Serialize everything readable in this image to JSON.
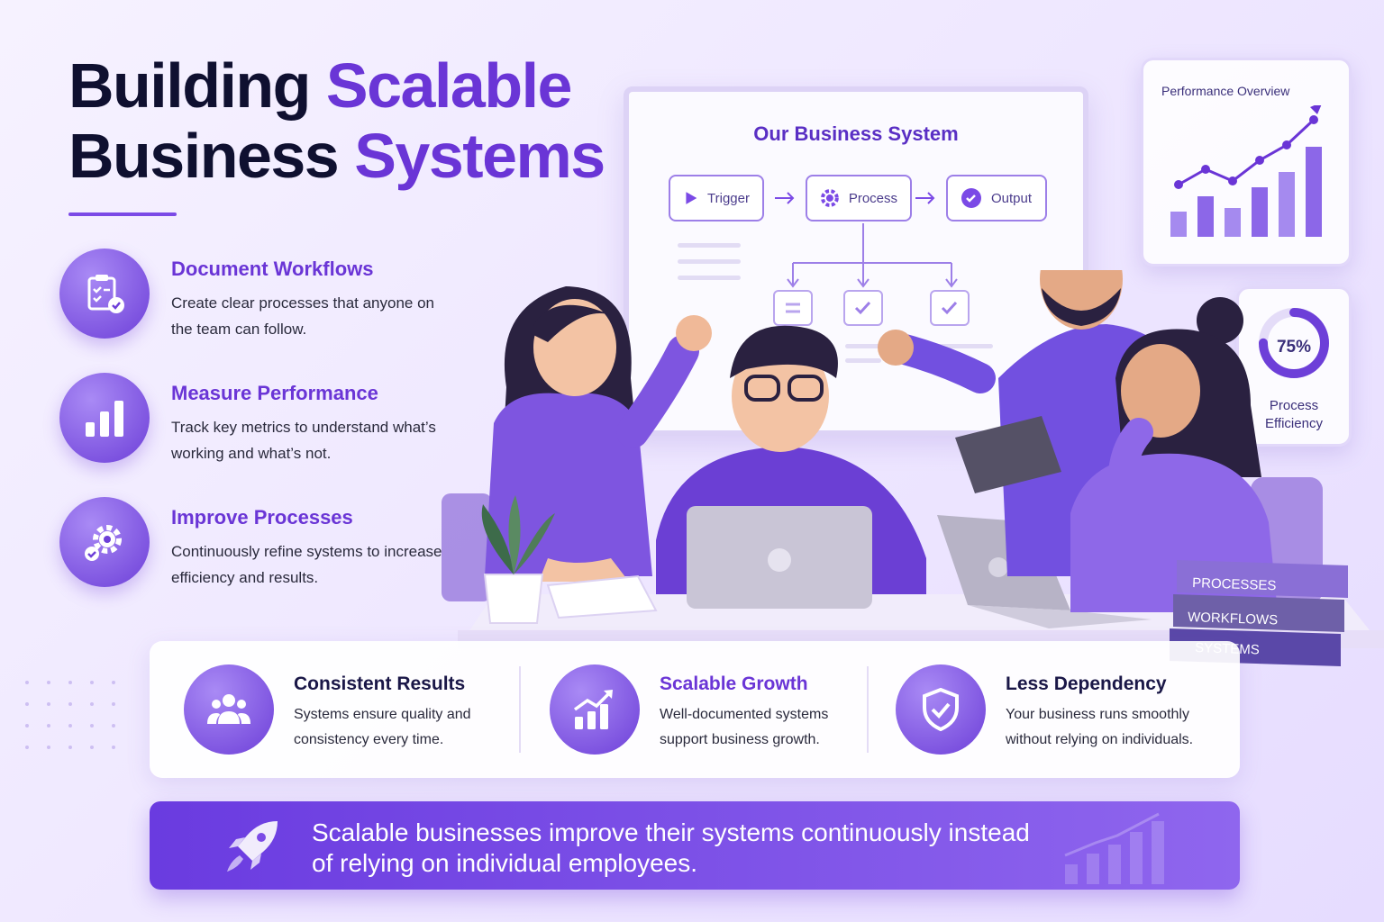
{
  "title": {
    "line1_plain": "Building",
    "line1_accent": "Scalable",
    "line2_plain": "Business",
    "line2_accent": "Systems"
  },
  "features": [
    {
      "title": "Document Workflows",
      "desc": "Create clear processes that anyone on the team can follow.",
      "icon": "clipboard-check-icon"
    },
    {
      "title": "Measure Performance",
      "desc": "Track key metrics to understand what’s working and what’s not.",
      "icon": "bar-chart-icon"
    },
    {
      "title": "Improve Processes",
      "desc": "Continuously refine systems to increase efficiency and results.",
      "icon": "gear-icon"
    }
  ],
  "whiteboard": {
    "title": "Our Business System",
    "steps": [
      "Trigger",
      "Process",
      "Output"
    ]
  },
  "performance": {
    "title": "Performance Overview",
    "bars": [
      0.28,
      0.45,
      0.32,
      0.55,
      0.72,
      1.0
    ]
  },
  "efficiency": {
    "value": "75%",
    "fraction": 0.75,
    "label_line1": "Process",
    "label_line2": "Efficiency"
  },
  "books": [
    "PROCESSES",
    "WORKFLOWS",
    "SYSTEMS"
  ],
  "benefits": [
    {
      "title": "Consistent Results",
      "desc": "Systems ensure quality and consistency every time.",
      "icon": "users-icon",
      "title_color": "#1a1747"
    },
    {
      "title": "Scalable Growth",
      "desc": "Well-documented systems support business growth.",
      "icon": "growth-chart-icon",
      "title_color": "#6a35d6"
    },
    {
      "title": "Less Dependency",
      "desc": "Your business runs smoothly without relying on individuals.",
      "icon": "shield-check-icon",
      "title_color": "#1a1747"
    }
  ],
  "banner": {
    "text": "Scalable businesses improve their systems continuously instead of relying on individual employees.",
    "icon": "rocket-icon"
  },
  "colors": {
    "accent": "#6a35d6",
    "accent_light": "#a98af5",
    "ink": "#0f1030"
  }
}
